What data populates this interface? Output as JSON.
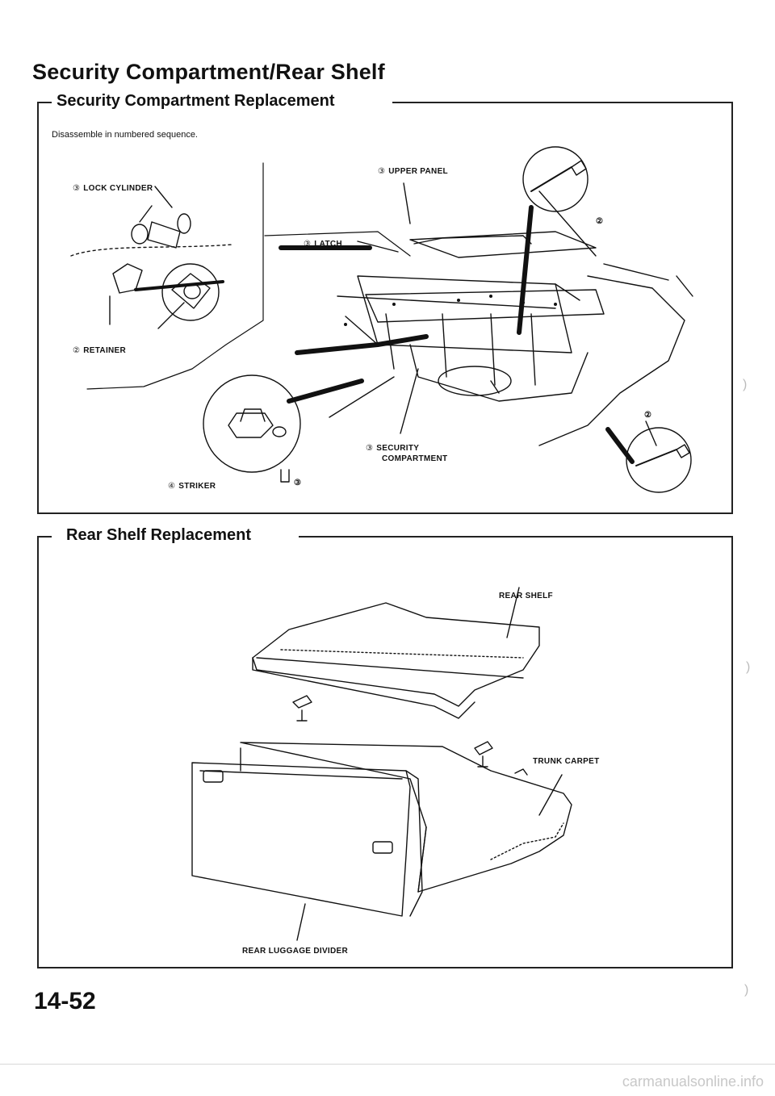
{
  "page_title": "Security Compartment/Rear Shelf",
  "section1": {
    "title": "Security Compartment Replacement",
    "instruction": "Disassemble in numbered sequence.",
    "callouts": {
      "lock_cylinder_num": "③",
      "lock_cylinder": "LOCK CYLINDER",
      "retainer_num": "②",
      "retainer": "RETAINER",
      "upper_panel_num": "③",
      "upper_panel": "UPPER PANEL",
      "latch_num": "③",
      "latch": "LATCH",
      "security_compartment_num": "③",
      "security_compartment_line1": "SECURITY",
      "security_compartment_line2": "COMPARTMENT",
      "striker_num": "④",
      "striker": "STRIKER",
      "bolt_num_a": "②",
      "bolt_num_b": "②",
      "striker_bolt_num": "③"
    }
  },
  "section2": {
    "title": "Rear Shelf Replacement",
    "callouts": {
      "rear_shelf": "REAR SHELF",
      "trunk_carpet": "TRUNK CARPET",
      "rear_luggage_divider": "REAR LUGGAGE DIVIDER"
    }
  },
  "page_number": "14-52",
  "footer_url": "carmanualsonline.info"
}
